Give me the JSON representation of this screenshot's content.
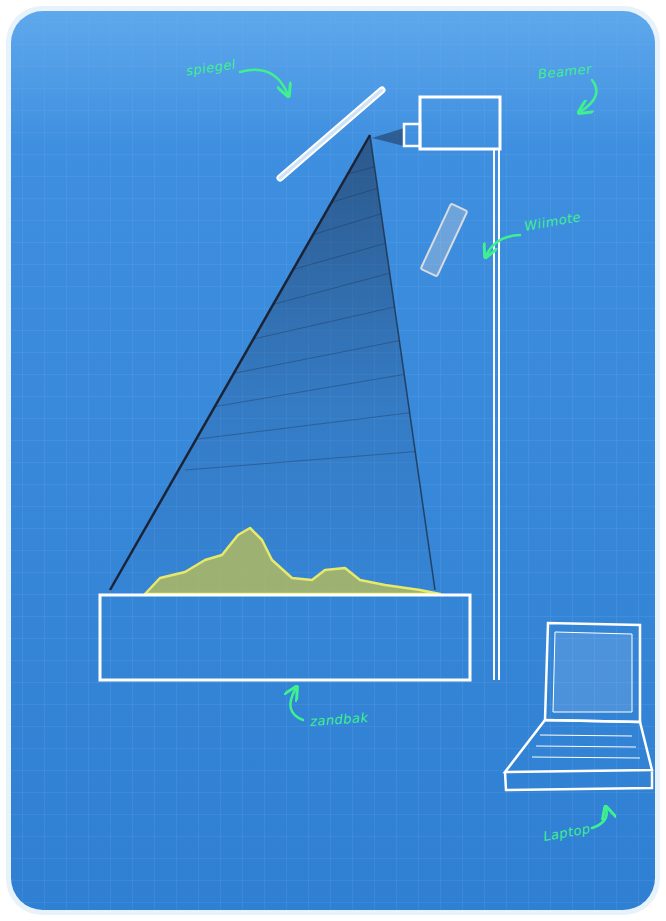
{
  "diagram": {
    "labels": [
      "spiegel",
      "Beamer",
      "Wiimote",
      "zandbak",
      "Laptop"
    ]
  }
}
